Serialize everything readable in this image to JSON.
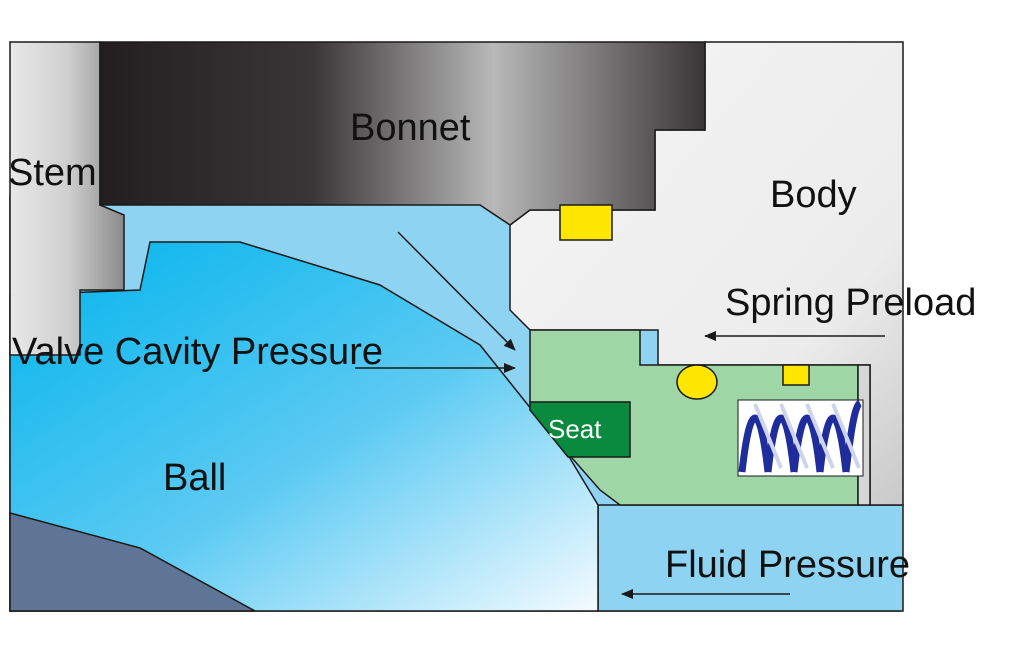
{
  "diagram": {
    "labels": {
      "stem": "Stem",
      "bonnet": "Bonnet",
      "body": "Body",
      "spring_preload": "Spring Preload",
      "valve_cavity_pressure": "Valve Cavity Pressure",
      "seat": "Seat",
      "ball": "Ball",
      "fluid_pressure": "Fluid Pressure"
    },
    "colors": {
      "bonnet_dark": "#231f20",
      "metal_light": "#f0f0f0",
      "metal_mid": "#a8a8a8",
      "cavity_fluid": "#8fd3f2",
      "ball_deep": "#00b4ec",
      "seat_ring": "#9fd6a6",
      "seat_insert": "#0a8a3e",
      "seal_yellow": "#ffe600",
      "spring_blue": "#1f2d9c",
      "lower_body": "#5f7596",
      "outline": "#1a1a1a"
    }
  }
}
